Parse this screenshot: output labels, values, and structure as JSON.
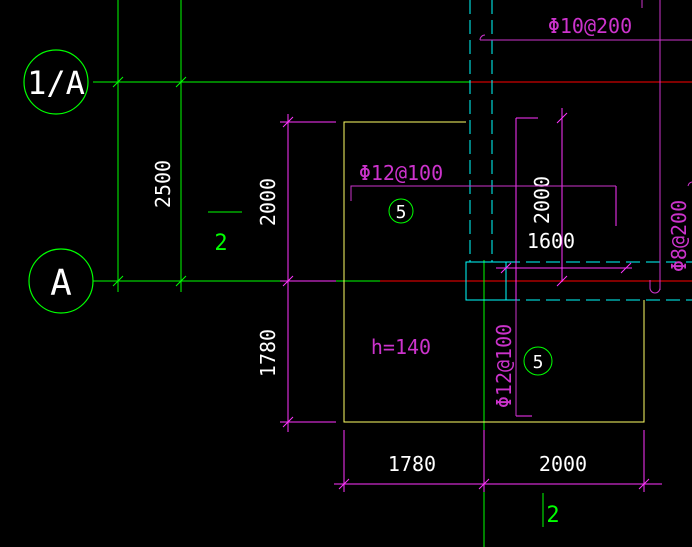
{
  "colors": {
    "background": "#000000",
    "axis": "#00ff00",
    "axis_red": "#ff0000",
    "dimension": "#ff33ff",
    "slab": "#ffff66",
    "dim_text": "#ffffff",
    "rebar": "#cc33cc",
    "column": "#00ffff"
  },
  "axes": {
    "a": "A",
    "one_a": "1/A"
  },
  "dimensions": {
    "left_span": "2500",
    "slab_upper_height": "2000",
    "slab_lower_height": "1780",
    "bottom_left_width": "1780",
    "bottom_right_width": "2000",
    "right_height": "2000",
    "right_width": "1600"
  },
  "rebar": {
    "top": "Φ10@200",
    "slab_top": "Φ12@100",
    "right_vertical": "Φ8@200",
    "lower_vertical": "Φ12@100"
  },
  "markers": {
    "slab_mark_upper": "5",
    "slab_mark_lower": "5",
    "section_left": "2",
    "section_bottom": "2"
  },
  "slab": {
    "thickness": "h=140"
  }
}
